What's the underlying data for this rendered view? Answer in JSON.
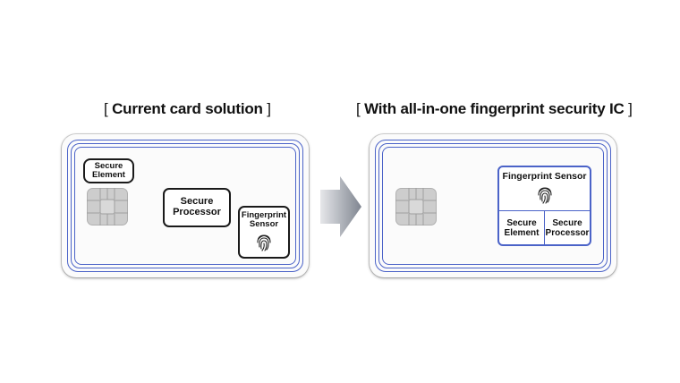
{
  "headings": {
    "left": "Current card solution",
    "right": "With all-in-one fingerprint security IC",
    "bracket_open": "[",
    "bracket_close": "]"
  },
  "current_card": {
    "secure_element": [
      "Secure",
      "Element"
    ],
    "secure_processor": [
      "Secure",
      "Processor"
    ],
    "fingerprint_sensor": [
      "Fingerprint",
      "Sensor"
    ]
  },
  "new_card": {
    "ic_title": "Fingerprint Sensor",
    "secure_element": [
      "Secure",
      "Element"
    ],
    "secure_processor": [
      "Secure",
      "Processor"
    ]
  },
  "colors": {
    "card_ring": "#4b63c8",
    "arrow": "#8a8f99",
    "chip": "#c8c8c8"
  },
  "icons": [
    "contact-chip-icon",
    "fingerprint-icon",
    "right-arrow-icon"
  ]
}
